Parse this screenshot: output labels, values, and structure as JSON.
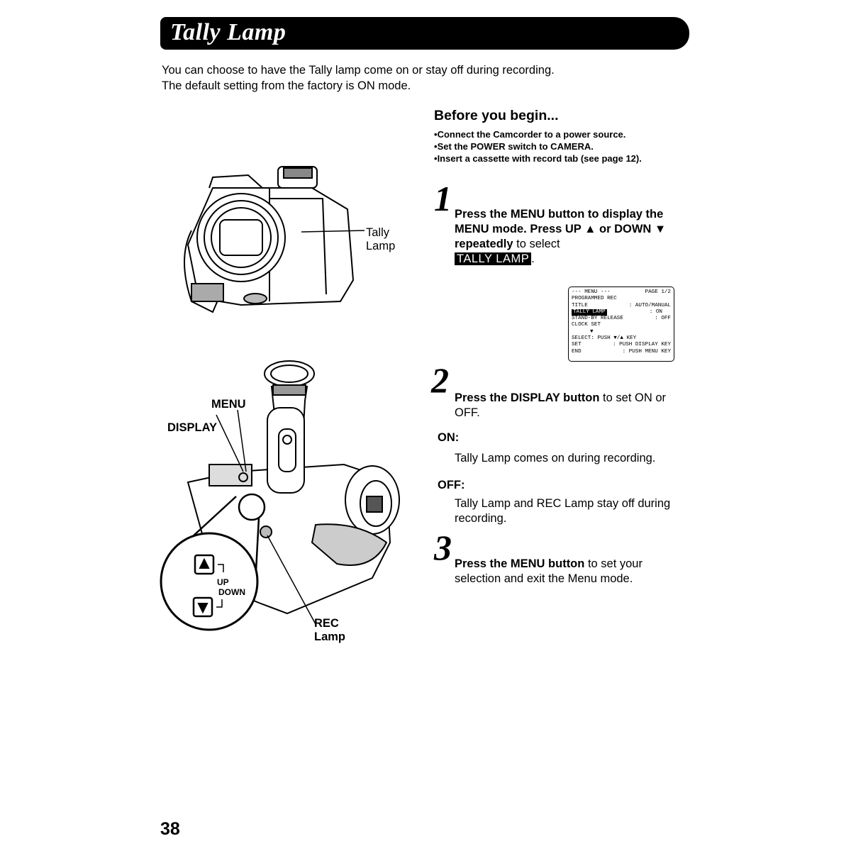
{
  "header": {
    "title": "Tally Lamp"
  },
  "intro": {
    "line1": "You can choose to have the Tally lamp come on or stay off during recording.",
    "line2": "The default setting from the factory is ON mode."
  },
  "before": {
    "heading": "Before you begin...",
    "items": [
      "Connect the Camcorder to a power source.",
      "Set the POWER switch to CAMERA.",
      "Insert a cassette with record tab (see page 12)."
    ]
  },
  "step1": {
    "number": "1",
    "bold_a": "Press the MENU button to display the MENU mode. Press UP ▲ or DOWN ▼ repeatedly",
    "text_b": " to select",
    "highlight": "TALLY LAMP",
    "period": "."
  },
  "menu_screen": {
    "row0_left": "--- MENU ---",
    "row0_right": "PAGE 1/2",
    "row1": "PROGRAMMED REC",
    "row2_left": "TITLE",
    "row2_right": ": AUTO/MANUAL",
    "row3_left": "TALLY LAMP",
    "row3_right": ": ON",
    "row4_left": "STAND-BY RELEASE",
    "row4_right": ": OFF",
    "row5": "CLOCK SET",
    "row6": "▼",
    "row7_left": "SELECT: PUSH ▼/▲ KEY",
    "row8_left": "SET",
    "row8_right": ": PUSH DISPLAY KEY",
    "row9_left": "END",
    "row9_right": ": PUSH MENU KEY"
  },
  "step2": {
    "number": "2",
    "bold": "Press the DISPLAY button",
    "text": " to set ON or OFF."
  },
  "options": {
    "on_label": "ON:",
    "on_text": "Tally Lamp comes on during recording.",
    "off_label": "OFF:",
    "off_text": "Tally Lamp and REC Lamp stay off during recording."
  },
  "step3": {
    "number": "3",
    "bold": "Press the MENU button",
    "text": " to set your selection and exit the Menu mode."
  },
  "callouts": {
    "tally_lamp_1": "Tally",
    "tally_lamp_2": "Lamp",
    "menu": "MENU",
    "display": "DISPLAY",
    "up": "UP",
    "down": "DOWN",
    "rec_lamp_1": "REC",
    "rec_lamp_2": "Lamp"
  },
  "footer": {
    "page_number": "38"
  }
}
